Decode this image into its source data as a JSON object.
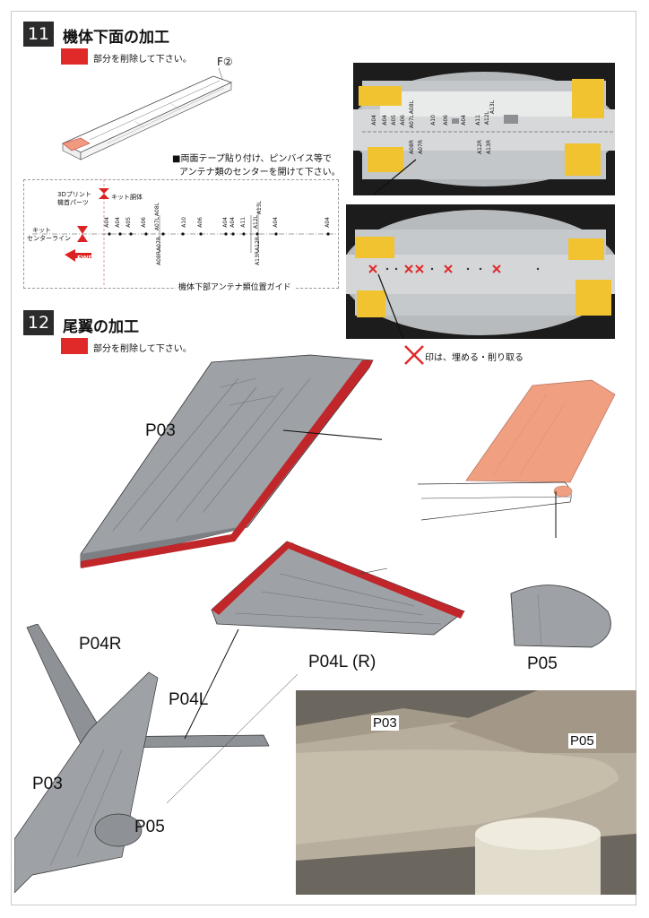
{
  "section11": {
    "number": "11",
    "title": "機体下面の加工",
    "legend": "部分を削除して下さい。",
    "part_ref": "F②",
    "tape_note_line1": "■両面テープ貼り付け、ピンバイス等で",
    "tape_note_line2": "アンテナ類のセンターを開けて下さい。",
    "guide": {
      "label_3d": "3Dプリント",
      "label_3d2": "機首パーツ",
      "label_body": "キット胴体",
      "label_center1": "キット",
      "label_center2": "センターライン",
      "fwd": "FWD",
      "caption": "機体下部アンテナ類位置ガイド",
      "top_marks": [
        "A04",
        "A04",
        "A05",
        "A06",
        "A07L",
        "A08L",
        "A10",
        "A06",
        "A04",
        "A04",
        "A11",
        "A12L",
        "A13L",
        "A04",
        "A04"
      ],
      "bottom_marks": [
        "A08R",
        "A07R",
        "A12R",
        "A13R"
      ]
    },
    "photo1_marks": [
      "A04",
      "A04",
      "A05",
      "A06",
      "A07L",
      "A08L",
      "A10",
      "A06",
      "A04",
      "A11",
      "A12L",
      "A13L",
      "A08R",
      "A07R",
      "A12R",
      "A13R"
    ],
    "x_note": "印は、埋める・削り取る"
  },
  "section12": {
    "number": "12",
    "title": "尾翼の加工",
    "legend": "部分を削除して下さい。",
    "labels": {
      "p03_top": "P03",
      "p05_cone": "P05",
      "p04l_r": "P04L (R)",
      "p04r": "P04R",
      "p04l": "P04L",
      "p03_left": "P03",
      "p05_left": "P05",
      "p03_photo": "P03",
      "p05_photo": "P05"
    }
  },
  "colors": {
    "cut_red": "#e02a2a",
    "tape_yellow": "#f2c331",
    "part_orange": "#f0a080",
    "part_gray": "#9ea2a6"
  }
}
